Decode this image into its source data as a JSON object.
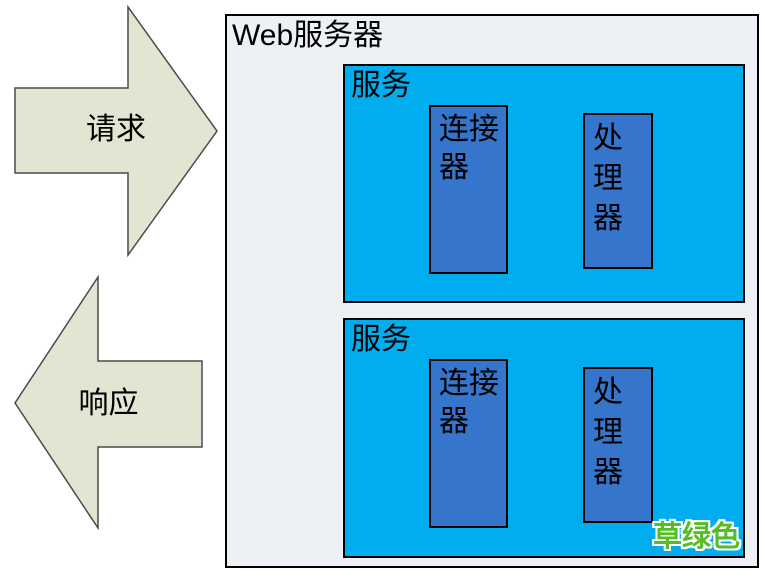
{
  "diagram": {
    "arrows": [
      {
        "label": "请求"
      },
      {
        "label": "响应"
      }
    ],
    "web_server": {
      "title": "Web服务器",
      "services": [
        {
          "label": "服务",
          "connector": {
            "lines": [
              "连接",
              "器"
            ]
          },
          "processor": {
            "lines": [
              "处",
              "理",
              "器"
            ]
          }
        },
        {
          "label": "服务",
          "connector": {
            "lines": [
              "连接",
              "器"
            ]
          },
          "processor": {
            "lines": [
              "处",
              "理",
              "器"
            ]
          }
        }
      ],
      "annotation": {
        "text": "草绿色"
      }
    },
    "colors": {
      "arrow_fill": "#E2E5D1",
      "arrow_stroke": "#4A4A4A",
      "container_bg": "#EDF0F4",
      "service_bg": "#00AEEF",
      "component_bg": "#3575CB",
      "annotation_green": "#55BE27"
    }
  }
}
